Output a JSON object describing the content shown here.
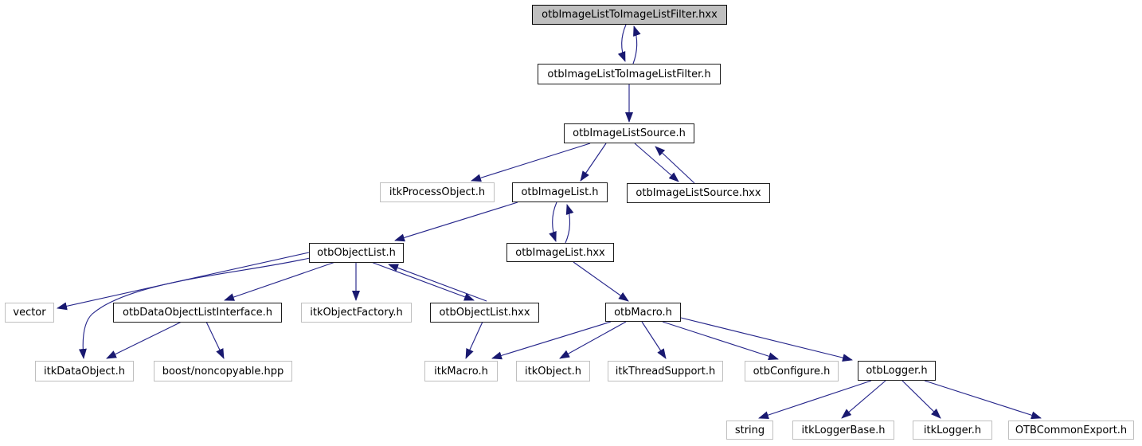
{
  "diagram": {
    "type": "include-dependency-graph",
    "colors": {
      "edge": "#191970",
      "main_node_fill": "#bfbfbf",
      "internal_node_border": "#1c1c1c",
      "external_node_border": "#bfbfbf",
      "background": "#ffffff"
    },
    "nodes": {
      "filter_hxx": {
        "label": "otbImageListToImageListFilter.hxx"
      },
      "filter_h": {
        "label": "otbImageListToImageListFilter.h"
      },
      "source_h": {
        "label": "otbImageListSource.h"
      },
      "process_obj": {
        "label": "itkProcessObject.h"
      },
      "imagelist_h": {
        "label": "otbImageList.h"
      },
      "source_hxx": {
        "label": "otbImageListSource.hxx"
      },
      "objectlist_h": {
        "label": "otbObjectList.h"
      },
      "imagelist_hxx": {
        "label": "otbImageList.hxx"
      },
      "vector": {
        "label": "vector"
      },
      "datainterface": {
        "label": "otbDataObjectListInterface.h"
      },
      "objectfactory": {
        "label": "itkObjectFactory.h"
      },
      "objectlist_hxx": {
        "label": "otbObjectList.hxx"
      },
      "otbmacro": {
        "label": "otbMacro.h"
      },
      "itkdataobject": {
        "label": "itkDataObject.h"
      },
      "boost": {
        "label": "boost/noncopyable.hpp"
      },
      "itkmacro": {
        "label": "itkMacro.h"
      },
      "itkobject": {
        "label": "itkObject.h"
      },
      "threadsupport": {
        "label": "itkThreadSupport.h"
      },
      "otbconfigure": {
        "label": "otbConfigure.h"
      },
      "otblogger": {
        "label": "otbLogger.h"
      },
      "string": {
        "label": "string"
      },
      "loggerbase": {
        "label": "itkLoggerBase.h"
      },
      "itklogger": {
        "label": "itkLogger.h"
      },
      "commonexport": {
        "label": "OTBCommonExport.h"
      }
    },
    "edges": [
      {
        "from": "otbImageListToImageListFilter.hxx",
        "to": "otbImageListToImageListFilter.h"
      },
      {
        "from": "otbImageListToImageListFilter.h",
        "to": "otbImageListToImageListFilter.hxx"
      },
      {
        "from": "otbImageListToImageListFilter.h",
        "to": "otbImageListSource.h"
      },
      {
        "from": "otbImageListSource.h",
        "to": "itkProcessObject.h"
      },
      {
        "from": "otbImageListSource.h",
        "to": "otbImageList.h"
      },
      {
        "from": "otbImageListSource.h",
        "to": "otbImageListSource.hxx"
      },
      {
        "from": "otbImageListSource.hxx",
        "to": "otbImageListSource.h"
      },
      {
        "from": "otbImageList.h",
        "to": "otbObjectList.h"
      },
      {
        "from": "otbImageList.h",
        "to": "otbImageList.hxx"
      },
      {
        "from": "otbImageList.hxx",
        "to": "otbImageList.h"
      },
      {
        "from": "otbImageList.hxx",
        "to": "otbMacro.h"
      },
      {
        "from": "otbObjectList.h",
        "to": "vector"
      },
      {
        "from": "otbObjectList.h",
        "to": "itkDataObject.h"
      },
      {
        "from": "otbObjectList.h",
        "to": "otbDataObjectListInterface.h"
      },
      {
        "from": "otbObjectList.h",
        "to": "itkObjectFactory.h"
      },
      {
        "from": "otbObjectList.h",
        "to": "otbObjectList.hxx"
      },
      {
        "from": "otbObjectList.hxx",
        "to": "otbObjectList.h"
      },
      {
        "from": "otbObjectList.hxx",
        "to": "itkMacro.h"
      },
      {
        "from": "otbDataObjectListInterface.h",
        "to": "itkDataObject.h"
      },
      {
        "from": "otbDataObjectListInterface.h",
        "to": "boost/noncopyable.hpp"
      },
      {
        "from": "otbMacro.h",
        "to": "itkMacro.h"
      },
      {
        "from": "otbMacro.h",
        "to": "itkObject.h"
      },
      {
        "from": "otbMacro.h",
        "to": "itkThreadSupport.h"
      },
      {
        "from": "otbMacro.h",
        "to": "otbConfigure.h"
      },
      {
        "from": "otbMacro.h",
        "to": "otbLogger.h"
      },
      {
        "from": "otbLogger.h",
        "to": "string"
      },
      {
        "from": "otbLogger.h",
        "to": "itkLoggerBase.h"
      },
      {
        "from": "otbLogger.h",
        "to": "itkLogger.h"
      },
      {
        "from": "otbLogger.h",
        "to": "OTBCommonExport.h"
      }
    ]
  }
}
